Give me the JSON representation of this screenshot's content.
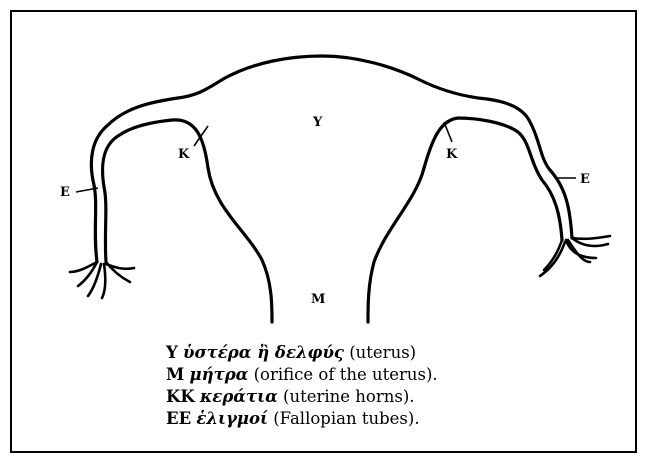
{
  "diagram": {
    "labels": {
      "uterus": "Υ",
      "left_horn": "K",
      "right_horn": "K",
      "left_tube": "E",
      "right_tube": "E",
      "orifice": "M"
    }
  },
  "legend": [
    {
      "symbol": "Υ",
      "greek": "ὑστέρα ἢ δελφύς",
      "english": "(uterus)"
    },
    {
      "symbol": "M",
      "greek": "μήτρα",
      "english": "(orifice of the uterus)."
    },
    {
      "symbol": "KK",
      "greek": "κεράτια",
      "english": "(uterine horns)."
    },
    {
      "symbol": "EE",
      "greek": "ἑλιγμοί",
      "english": "(Fallopian tubes)."
    }
  ]
}
